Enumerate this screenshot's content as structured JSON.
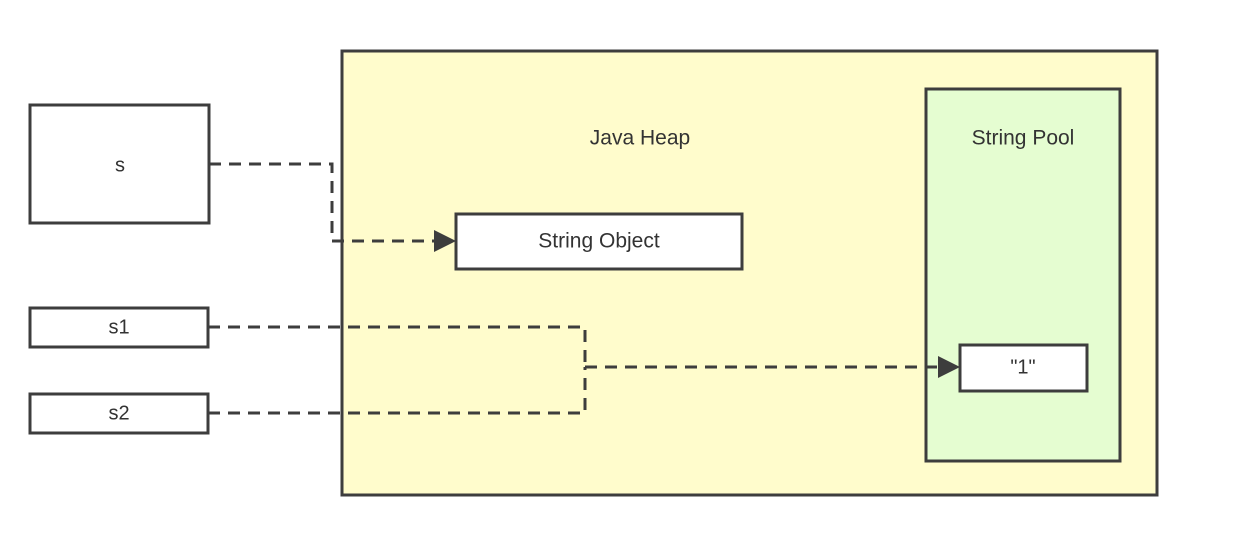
{
  "diagram": {
    "title_text": "",
    "colors": {
      "heap_fill": "#fffccc",
      "pool_fill": "#e5fdd1",
      "node_fill": "#ffffff",
      "stroke": "#3d3d3d",
      "text": "#333333",
      "background": "#ffffff"
    },
    "containers": [
      {
        "id": "java-heap",
        "label": "Java Heap",
        "fill": "#fffccc"
      },
      {
        "id": "string-pool",
        "label": "String Pool",
        "fill": "#e5fdd1"
      }
    ],
    "variables": [
      {
        "id": "var-s",
        "label": "s"
      },
      {
        "id": "var-s1",
        "label": "s1"
      },
      {
        "id": "var-s2",
        "label": "s2"
      }
    ],
    "objects": [
      {
        "id": "string-object",
        "label": "String Object",
        "location": "java-heap"
      },
      {
        "id": "interned-literal",
        "label": "\"1\"",
        "location": "string-pool"
      }
    ],
    "edges": [
      {
        "id": "edge-s-to-string-object",
        "from": "var-s",
        "to": "string-object",
        "style": "dashed",
        "arrow": true
      },
      {
        "id": "edge-s1-to-literal",
        "from": "var-s1",
        "to": "interned-literal",
        "style": "dashed",
        "arrow": true
      },
      {
        "id": "edge-s2-to-literal",
        "from": "var-s2",
        "to": "interned-literal",
        "style": "dashed",
        "arrow": true
      }
    ]
  }
}
